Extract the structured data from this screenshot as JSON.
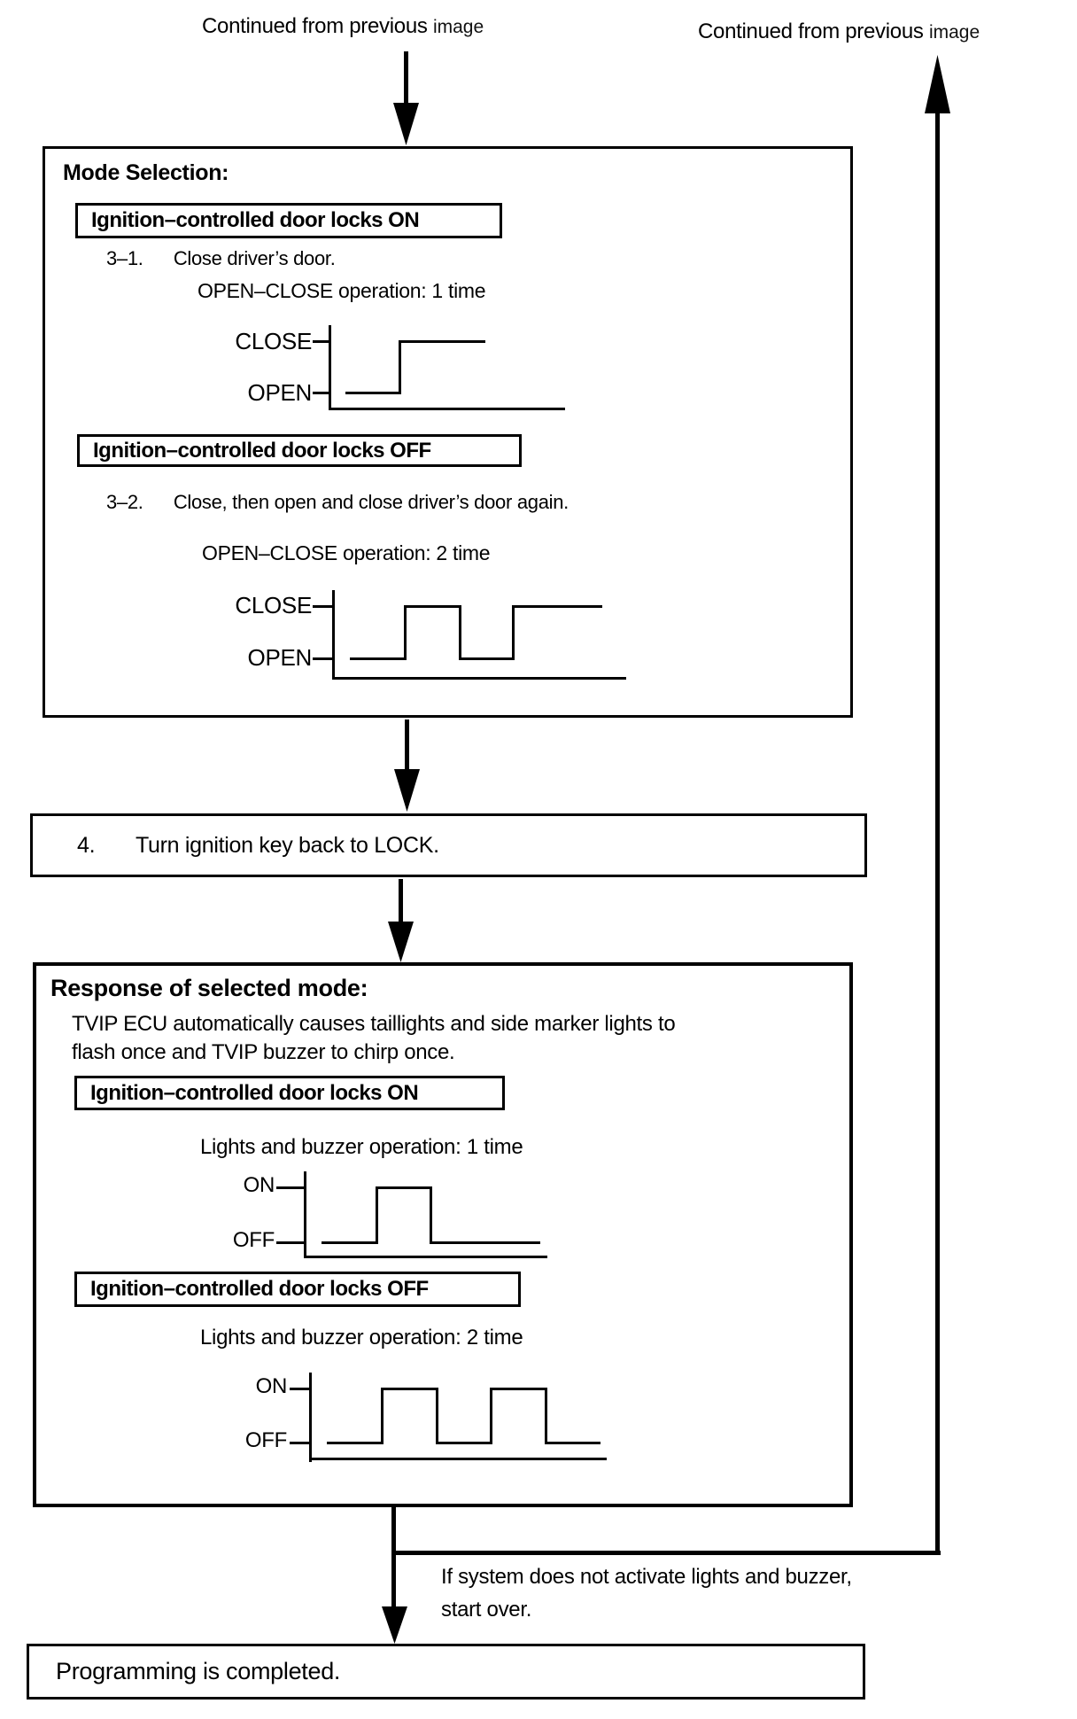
{
  "colors": {
    "ink": "#000000",
    "paper": "#ffffff"
  },
  "top_labels": {
    "left": {
      "prefix": "Continued from previous",
      "suffix": "image"
    },
    "right": {
      "prefix": "Continued from previous",
      "suffix": "image"
    }
  },
  "mode_box": {
    "title": "Mode Selection:",
    "label_on": "Ignition–controlled door locks ON",
    "step1": {
      "no": "3–1.",
      "text": "Close driver’s door."
    },
    "op1": "OPEN–CLOSE operation: 1 time",
    "label_off": "Ignition–controlled door locks OFF",
    "step2": {
      "no": "3–2.",
      "text": "Close, then open and close driver’s door again."
    },
    "op2": "OPEN–CLOSE operation: 2 time"
  },
  "waveforms": {
    "w1": {
      "high": "CLOSE",
      "low": "OPEN",
      "pulses": 1
    },
    "w2": {
      "high": "CLOSE",
      "low": "OPEN",
      "pulses": 2
    },
    "w3": {
      "high": "ON",
      "low": "OFF",
      "pulses": 1
    },
    "w4": {
      "high": "ON",
      "low": "OFF",
      "pulses": 2
    }
  },
  "step4_box": {
    "no": "4.",
    "text": "Turn ignition key back to LOCK."
  },
  "response_box": {
    "title": "Response of selected mode:",
    "desc_line1": "TVIP ECU automatically causes taillights and side marker lights to",
    "desc_line2": "flash once and TVIP buzzer to chirp once.",
    "label_on": "Ignition–controlled door locks ON",
    "op1": "Lights and buzzer operation: 1 time",
    "label_off": "Ignition–controlled door locks OFF",
    "op2": "Lights and buzzer operation: 2 time"
  },
  "note": {
    "line1": "If system does not activate lights and buzzer,",
    "line2": "start over."
  },
  "completed_box": {
    "text": "Programming is completed."
  }
}
